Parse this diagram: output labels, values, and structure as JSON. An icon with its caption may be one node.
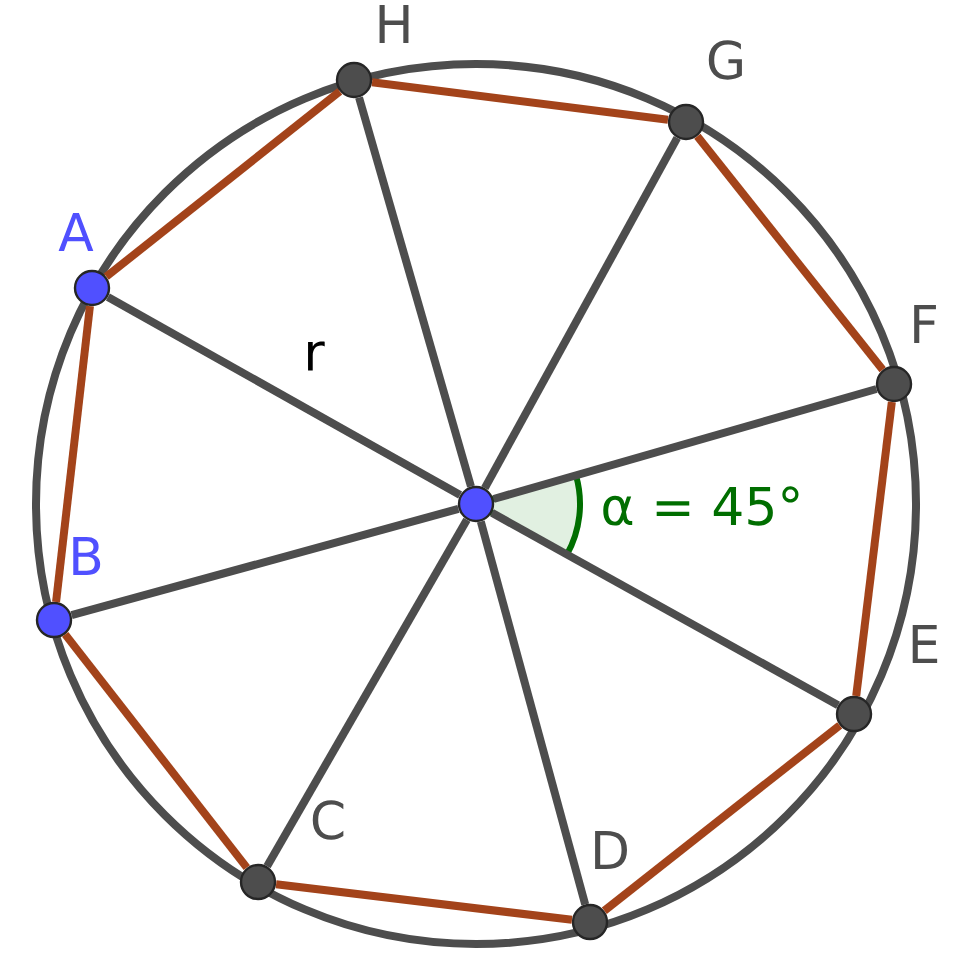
{
  "diagram": {
    "nodes": [
      {
        "text": [],
        "shape": "circle",
        "beside": [
          "A"
        ]
      },
      {
        "text": [],
        "shape": "circle",
        "beside": [
          "B"
        ]
      },
      {
        "text": [],
        "shape": "circle",
        "beside": [
          "C"
        ]
      },
      {
        "text": [],
        "shape": "circle",
        "beside": [
          "D"
        ]
      },
      {
        "text": [],
        "shape": "circle",
        "beside": [
          "E"
        ]
      },
      {
        "text": [],
        "shape": "circle",
        "beside": [
          "F"
        ]
      },
      {
        "text": [],
        "shape": "circle",
        "beside": [
          "G"
        ]
      },
      {
        "text": [],
        "shape": "circle",
        "beside": [
          "H"
        ]
      },
      {
        "text": [],
        "shape": "circle"
      }
    ],
    "edges": [
      {
        "from": 0,
        "to": 1,
        "arrow": "none",
        "color": "#a3431a"
      },
      {
        "from": 1,
        "to": 2,
        "arrow": "none",
        "color": "#a3431a"
      },
      {
        "from": 2,
        "to": 3,
        "arrow": "none",
        "color": "#a3431a"
      },
      {
        "from": 3,
        "to": 4,
        "arrow": "none",
        "color": "#a3431a"
      },
      {
        "from": 4,
        "to": 5,
        "arrow": "none",
        "color": "#a3431a"
      },
      {
        "from": 5,
        "to": 6,
        "arrow": "none",
        "color": "#a3431a"
      },
      {
        "from": 6,
        "to": 7,
        "arrow": "none",
        "color": "#a3431a"
      },
      {
        "from": 7,
        "to": 0,
        "arrow": "none",
        "color": "#a3431a"
      },
      {
        "from": 8,
        "to": 0,
        "arrow": "none",
        "label": "r",
        "color": "#4d4d4d"
      },
      {
        "from": 8,
        "to": 1,
        "arrow": "none",
        "color": "#4d4d4d"
      },
      {
        "from": 8,
        "to": 2,
        "arrow": "none",
        "color": "#4d4d4d"
      },
      {
        "from": 8,
        "to": 3,
        "arrow": "none",
        "color": "#4d4d4d"
      },
      {
        "from": 8,
        "to": 4,
        "arrow": "none",
        "color": "#4d4d4d"
      },
      {
        "from": 8,
        "to": 5,
        "arrow": "none",
        "color": "#4d4d4d"
      },
      {
        "from": 8,
        "to": 6,
        "arrow": "none",
        "color": "#4d4d4d"
      },
      {
        "from": 8,
        "to": 7,
        "arrow": "none",
        "color": "#4d4d4d"
      }
    ],
    "labels": [
      "α = 45°"
    ]
  }
}
